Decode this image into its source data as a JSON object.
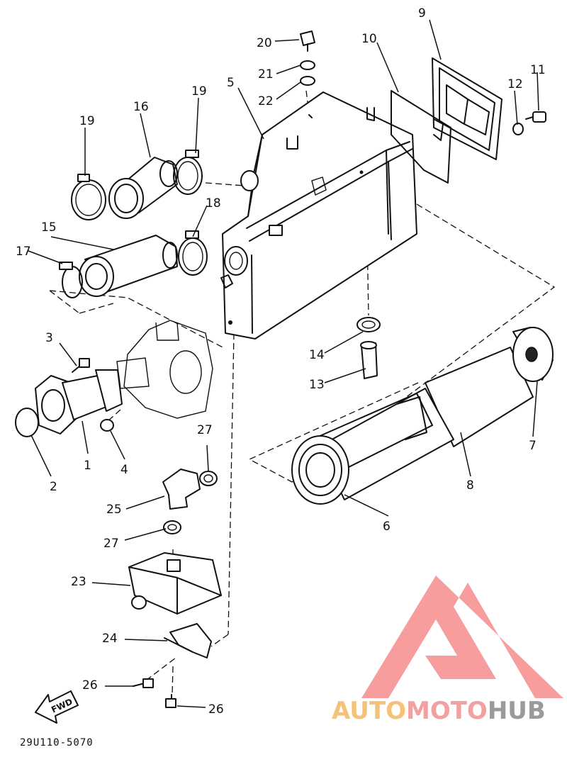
{
  "callouts": [
    {
      "id": "1",
      "label": "1"
    },
    {
      "id": "2",
      "label": "2"
    },
    {
      "id": "3",
      "label": "3"
    },
    {
      "id": "4",
      "label": "4"
    },
    {
      "id": "5",
      "label": "5"
    },
    {
      "id": "6",
      "label": "6"
    },
    {
      "id": "7",
      "label": "7"
    },
    {
      "id": "8",
      "label": "8"
    },
    {
      "id": "9",
      "label": "9"
    },
    {
      "id": "10",
      "label": "10"
    },
    {
      "id": "11",
      "label": "11"
    },
    {
      "id": "12",
      "label": "12"
    },
    {
      "id": "13",
      "label": "13"
    },
    {
      "id": "14",
      "label": "14"
    },
    {
      "id": "15",
      "label": "15"
    },
    {
      "id": "16",
      "label": "16"
    },
    {
      "id": "17",
      "label": "17"
    },
    {
      "id": "18",
      "label": "18"
    },
    {
      "id": "19a",
      "label": "19"
    },
    {
      "id": "19b",
      "label": "19"
    },
    {
      "id": "20",
      "label": "20"
    },
    {
      "id": "21",
      "label": "21"
    },
    {
      "id": "22",
      "label": "22"
    },
    {
      "id": "23",
      "label": "23"
    },
    {
      "id": "24",
      "label": "24"
    },
    {
      "id": "25",
      "label": "25"
    },
    {
      "id": "26a",
      "label": "26"
    },
    {
      "id": "26b",
      "label": "26"
    },
    {
      "id": "27a",
      "label": "27"
    },
    {
      "id": "27b",
      "label": "27"
    }
  ],
  "fwd_label": "FWD",
  "diagram_code": "29U110-5070",
  "watermark": {
    "part1": "AUTO",
    "part2": "MOTO",
    "part3": "HUB",
    "colors": {
      "auto": "#f6c27a",
      "moto": "#f2a0a0",
      "hub": "#9a9a9a",
      "logo": "#f47c7c"
    }
  }
}
